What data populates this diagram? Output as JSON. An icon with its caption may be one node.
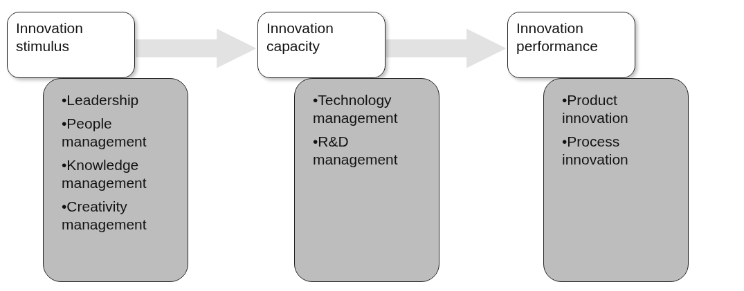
{
  "diagram": {
    "nodes": [
      {
        "text": [
          "Innovation stimulus"
        ]
      },
      {
        "text": [
          "•Leadership",
          "•People management",
          "•Knowledge management",
          "•Creativity management"
        ]
      },
      {
        "text": [
          "Innovation capacity"
        ]
      },
      {
        "text": [
          "•Technology management",
          "•R&D management"
        ]
      },
      {
        "text": [
          "Innovation performance"
        ]
      },
      {
        "text": [
          "•Product innovation",
          "•Process innovation"
        ]
      }
    ],
    "edges": [
      {
        "from": 0,
        "to": 2,
        "arrow": "to"
      },
      {
        "from": 2,
        "to": 4,
        "arrow": "to"
      }
    ]
  }
}
